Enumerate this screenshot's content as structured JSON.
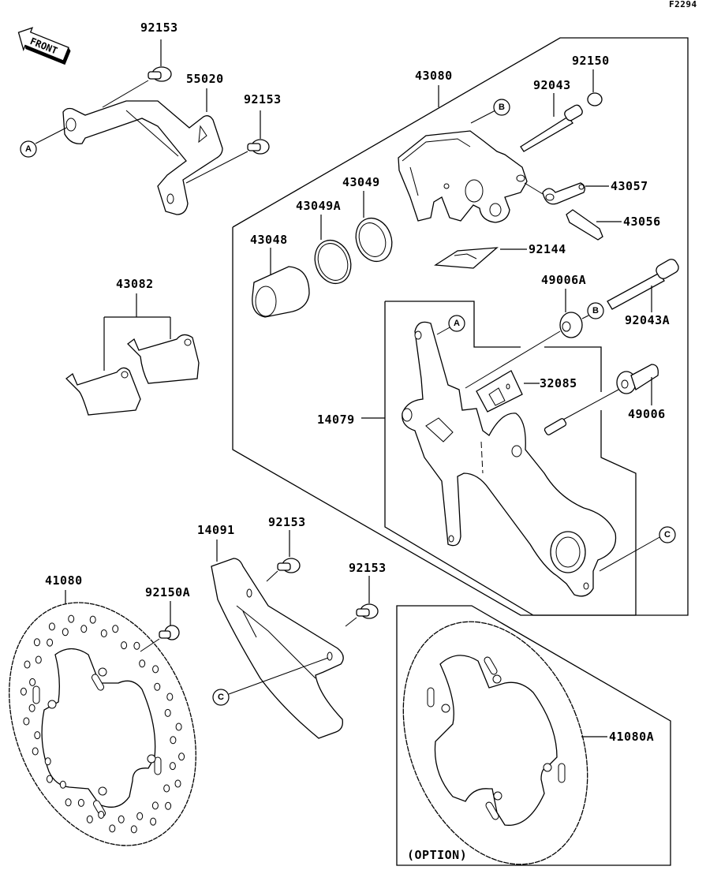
{
  "diagram": {
    "figure_id": "F2294",
    "front_arrow": "FRONT",
    "option_label": "(OPTION)",
    "parts": [
      {
        "id": "bolt-92153-top",
        "number": "92153"
      },
      {
        "id": "bracket",
        "number": "55020"
      },
      {
        "id": "bolt-92153-mid",
        "number": "92153"
      },
      {
        "id": "caliper-assy",
        "number": "43080"
      },
      {
        "id": "pin",
        "number": "92043"
      },
      {
        "id": "plug",
        "number": "92150"
      },
      {
        "id": "hose-fitting",
        "number": "43057"
      },
      {
        "id": "bleeder-valve",
        "number": "43056"
      },
      {
        "id": "pad-spring",
        "number": "92144"
      },
      {
        "id": "seal-dust",
        "number": "43049"
      },
      {
        "id": "seal-piston",
        "number": "43049A"
      },
      {
        "id": "piston",
        "number": "43048"
      },
      {
        "id": "brake-pads",
        "number": "43082"
      },
      {
        "id": "boot-a",
        "number": "49006A"
      },
      {
        "id": "pin-a",
        "number": "92043A"
      },
      {
        "id": "spring",
        "number": "32085"
      },
      {
        "id": "boot",
        "number": "49006"
      },
      {
        "id": "caliper-holder",
        "number": "14079"
      },
      {
        "id": "guard",
        "number": "14091"
      },
      {
        "id": "bolt-92153-guard-1",
        "number": "92153"
      },
      {
        "id": "bolt-92153-guard-2",
        "number": "92153"
      },
      {
        "id": "disc",
        "number": "41080"
      },
      {
        "id": "disc-bolt",
        "number": "92150A"
      },
      {
        "id": "disc-option",
        "number": "41080A"
      }
    ],
    "reference_markers": {
      "a": "A",
      "b": "B",
      "c": "C"
    }
  }
}
